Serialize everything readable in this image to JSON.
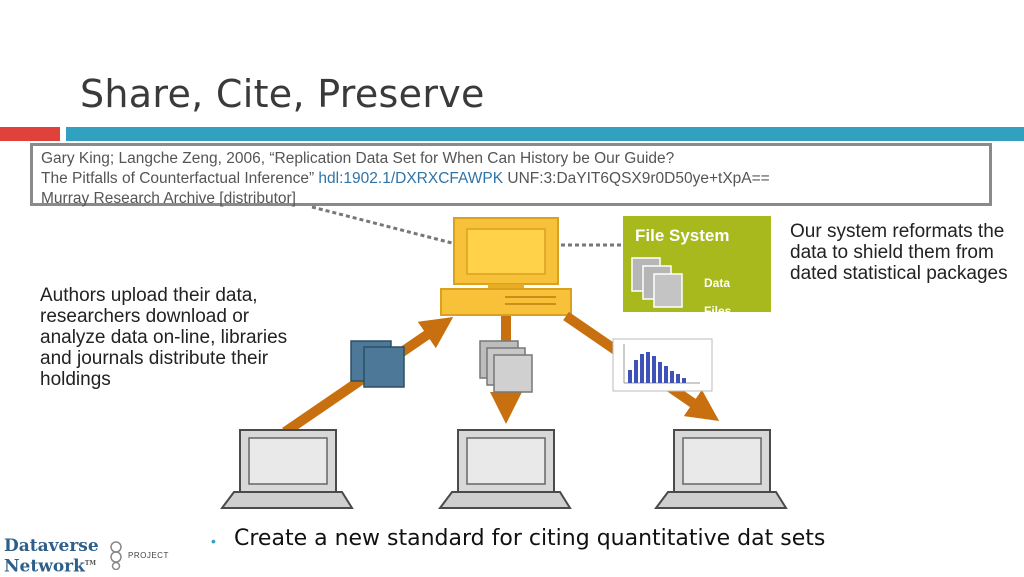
{
  "slide": {
    "title": "Share, Cite, Preserve",
    "bullet": "Create a new standard for citing quantitative dat sets"
  },
  "citation": {
    "line1": "Gary King; Langche Zeng, 2006, “Replication Data Set for When Can History be Our Guide?",
    "line2_prefix": "The Pitfalls of Counterfactual Inference” ",
    "handle": "hdl:1902.1/DXRXCFAWPK",
    "line2_suffix": " UNF:3:DaYIT6QSX9r0D50ye+tXpA==",
    "line3": "Murray Research Archive [distributor]"
  },
  "diagram": {
    "left_caption": "Authors upload their data, researchers download or analyze data on-line, libraries and journals distribute their holdings",
    "right_caption": "Our system reformats the data to shield them from dated statistical packages",
    "file_system_label": "File System",
    "data_files_line1": "Data",
    "data_files_line2": "Files"
  },
  "logo": {
    "word1": "Dataverse",
    "word2": "Network",
    "tm": "TM",
    "project": "PROJECT"
  },
  "colors": {
    "title_text": "#3a3a3a",
    "accent_red": "#e0413a",
    "accent_blue": "#32a0bf",
    "arrow": "#c8700f",
    "computer": "#f7c23a",
    "file_system": "#a7b91d",
    "doc_blue": "#4d7898",
    "handle_link": "#2f74a6"
  }
}
